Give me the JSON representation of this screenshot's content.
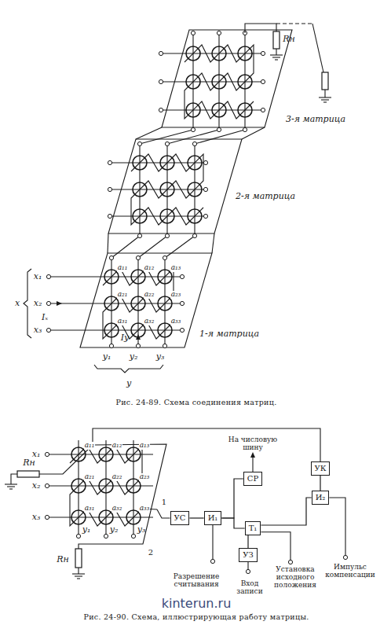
{
  "diagram": {
    "nodes": [
      {
        "text": [
          "УС"
        ]
      },
      {
        "text": [
          "И₁"
        ]
      },
      {
        "text": [
          "СР"
        ]
      },
      {
        "text": [
          "Т₁"
        ]
      },
      {
        "text": [
          "УЗ"
        ]
      },
      {
        "text": [
          "И₂"
        ]
      },
      {
        "text": [
          "УК"
        ]
      }
    ],
    "edges": [
      {
        "from": 0,
        "to": 1,
        "arrow": "none"
      },
      {
        "from": 1,
        "to": 2,
        "arrow": "none"
      },
      {
        "from": 1,
        "to": 3,
        "arrow": "none"
      },
      {
        "from": 4,
        "to": 3,
        "arrow": "none"
      },
      {
        "from": 3,
        "to": 5,
        "arrow": "none"
      },
      {
        "from": 5,
        "to": 6,
        "arrow": "none"
      }
    ],
    "labels": [
      "Rн",
      "3-я матрица",
      "2-я матрица",
      "x₁",
      "a₁₁",
      "a₁₂",
      "a₁₃",
      "x₂",
      "a₂₁",
      "a₂₂",
      "a₂₃",
      "x",
      "Iₓ",
      "x₃",
      "a₃₁",
      "a₃₂",
      "a₃₃",
      "1-я матрица",
      "Iy",
      "y₁",
      "y₂",
      "y₃",
      "y",
      "Рис. 24-89. Схема соединения матриц.",
      "x₁",
      "a₁₁",
      "a₁₂",
      "a₁₃",
      "Rн",
      "x₂",
      "a₂₁",
      "a₂₂",
      "a₂₃",
      "x₃",
      "a₃₁",
      "a₃₂",
      "a₃₃",
      "y₁",
      "y₂",
      "y₃",
      "Rн",
      "1",
      "2",
      "На числовую шину",
      "Разрешение считывания",
      "Установка исходного положения",
      "Вход записи",
      "Импульс компенсации",
      "kinterun.ru",
      "Рис. 24-90. Схема, иллюстрирующая работу матрицы."
    ]
  }
}
